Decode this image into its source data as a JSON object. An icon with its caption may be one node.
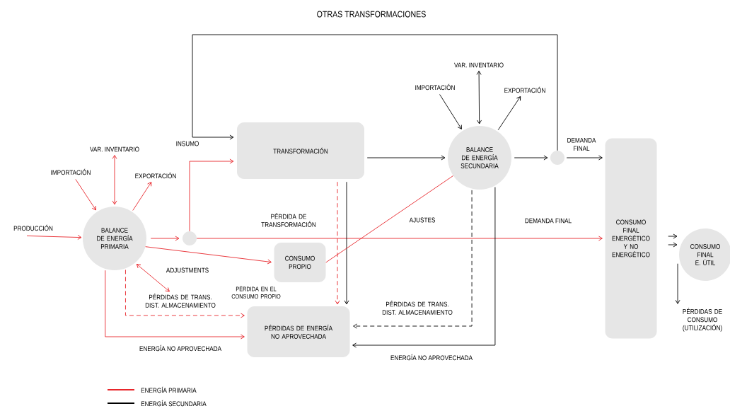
{
  "diagram": {
    "nodes": [
      {
        "text": [
          "BALANCE DE ENERGÍA PRIMARIA"
        ]
      },
      {
        "text": [
          "TRANSFORMACIÓN"
        ]
      },
      {
        "text": [
          "BALANCE DE ENERGÍA SECUNDARIA"
        ]
      },
      {
        "text": [
          "CONSUMO PROPIO"
        ]
      },
      {
        "text": [
          "PÉRDIDAS DE ENERGÍA NO APROVECHADA"
        ]
      },
      {
        "text": [
          "CONSUMO FINAL ENERGÉTICO Y NO ENERGÉTICO"
        ]
      },
      {
        "text": [
          "CONSUMO FINAL E. ÚTIL"
        ]
      },
      {
        "text": [],
        "shape": "circle"
      },
      {
        "text": [],
        "shape": "circle"
      },
      {
        "text": [
          "PRODUCCIÓN"
        ]
      },
      {
        "text": [
          "IMPORTACIÓN"
        ]
      },
      {
        "text": [
          "VAR. INVENTARIO"
        ]
      },
      {
        "text": [
          "EXPORTACIÓN"
        ]
      },
      {
        "text": [
          "IMPORTACIÓN"
        ]
      },
      {
        "text": [
          "VAR. INVENTARIO"
        ]
      },
      {
        "text": [
          "EXPORTACIÓN"
        ]
      },
      {
        "text": [
          "PÉRDIDAS DE CONSUMO (UTILIZACIÓN)"
        ]
      },
      {
        "text": [
          "PÉRDIDAS DE TRANS. DIST. ALMACENAMIENTO"
        ]
      }
    ],
    "edges": [
      {
        "from": 9,
        "to": 0,
        "arrow": "to",
        "color": "#e8262b"
      },
      {
        "from": 10,
        "to": 0,
        "arrow": "to",
        "color": "#e8262b"
      },
      {
        "from": 11,
        "to": 0,
        "arrow": "both",
        "color": "#e8262b"
      },
      {
        "from": 0,
        "to": 12,
        "arrow": "to",
        "color": "#e8262b"
      },
      {
        "from": 0,
        "to": 7,
        "arrow": "to",
        "color": "#e8262b"
      },
      {
        "from": 7,
        "to": 1,
        "arrow": "to",
        "color": "#e8262b"
      },
      {
        "from": 7,
        "to": 5,
        "arrow": "to",
        "color": "#e8262b",
        "label": "DEMANDA FINAL"
      },
      {
        "from": 0,
        "to": 3,
        "arrow": "to",
        "color": "#e8262b",
        "label": "ADJUSTMENTS"
      },
      {
        "from": 0,
        "to": 17,
        "arrow": "both",
        "color": "#e8262b"
      },
      {
        "from": 0,
        "to": 4,
        "arrow": "to",
        "color": "#e8262b",
        "style": "dashed"
      },
      {
        "from": 0,
        "to": 4,
        "arrow": "to",
        "color": "#e8262b",
        "label": "ENERGÍA NO APROVECHADA"
      },
      {
        "from": 1,
        "to": 2,
        "arrow": "to",
        "color": "#000000"
      },
      {
        "from": 1,
        "to": 4,
        "arrow": "to",
        "color": "#e8262b",
        "style": "dashed"
      },
      {
        "from": 1,
        "to": 4,
        "arrow": "to",
        "color": "#000000",
        "label": "PÉRDIDA DE TRANSFORMACIÓN"
      },
      {
        "from": 3,
        "to": 2,
        "arrow": "none",
        "color": "#e8262b",
        "label": "AJUSTES"
      },
      {
        "from": 13,
        "to": 2,
        "arrow": "to",
        "color": "#000000"
      },
      {
        "from": 14,
        "to": 2,
        "arrow": "both",
        "color": "#000000"
      },
      {
        "from": 2,
        "to": 15,
        "arrow": "to",
        "color": "#000000"
      },
      {
        "from": 2,
        "to": 8,
        "arrow": "to",
        "color": "#000000"
      },
      {
        "from": 8,
        "to": 1,
        "arrow": "to",
        "color": "#000000",
        "label": "OTRAS TRANSFORMACIONES"
      },
      {
        "from": 8,
        "to": 5,
        "arrow": "to",
        "color": "#000000",
        "label": "DEMANDA FINAL"
      },
      {
        "from": 2,
        "to": 4,
        "arrow": "to",
        "color": "#000000",
        "style": "dashed",
        "label": "PÉRDIDAS DE TRANS. DIST. ALMACENAMIENTO"
      },
      {
        "from": 2,
        "to": 4,
        "arrow": "to",
        "color": "#000000",
        "label": "ENERGÍA NO APROVECHADA"
      },
      {
        "from": 5,
        "to": 6,
        "arrow": "to",
        "color": "#000000"
      },
      {
        "from": 5,
        "to": 6,
        "arrow": "to",
        "color": "#000000"
      },
      {
        "from": 6,
        "to": 16,
        "arrow": "to",
        "color": "#000000"
      }
    ],
    "labels": [
      "INSUMO",
      "PÉRDIDA EN EL CONSUMO PROPIO"
    ],
    "legend": [
      {
        "text": "ENERGÍA PRIMARIA",
        "color": "#e8262b"
      },
      {
        "text": "ENERGÍA SECUNDARIA",
        "color": "#000000"
      }
    ]
  }
}
